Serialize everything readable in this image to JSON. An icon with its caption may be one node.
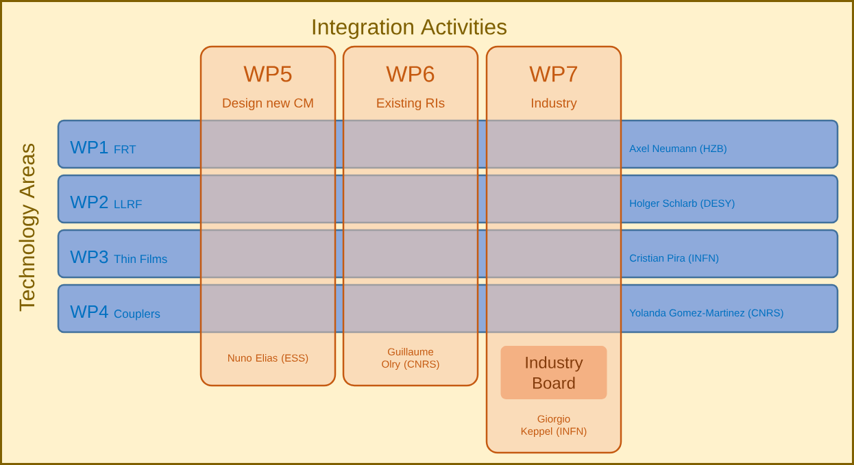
{
  "diagram": {
    "title": "Integration Activities",
    "nodes": [
      {
        "text": [
          "WP5",
          "Design new CM",
          "Nuno Elias (ESS)"
        ]
      },
      {
        "text": [
          "WP6",
          "Existing RIs",
          "Guillaume Olry (CNRS)"
        ]
      },
      {
        "text": [
          "WP7",
          "Industry",
          "Giorgio Keppel (INFN)"
        ]
      },
      {
        "text": [
          "Industry Board"
        ],
        "in": 2
      },
      {
        "text": [
          "WP1",
          "FRT",
          "Axel Neumann (HZB)"
        ]
      },
      {
        "text": [
          "WP2",
          "LLRF",
          "Holger Schlarb (DESY)"
        ]
      },
      {
        "text": [
          "WP3",
          "Thin Films",
          "Cristian Pira (INFN)"
        ]
      },
      {
        "text": [
          "WP4",
          "Couplers",
          "Yolanda Gomez-Martinez (CNRS)"
        ]
      }
    ],
    "labels": [
      "Technology Areas"
    ]
  }
}
